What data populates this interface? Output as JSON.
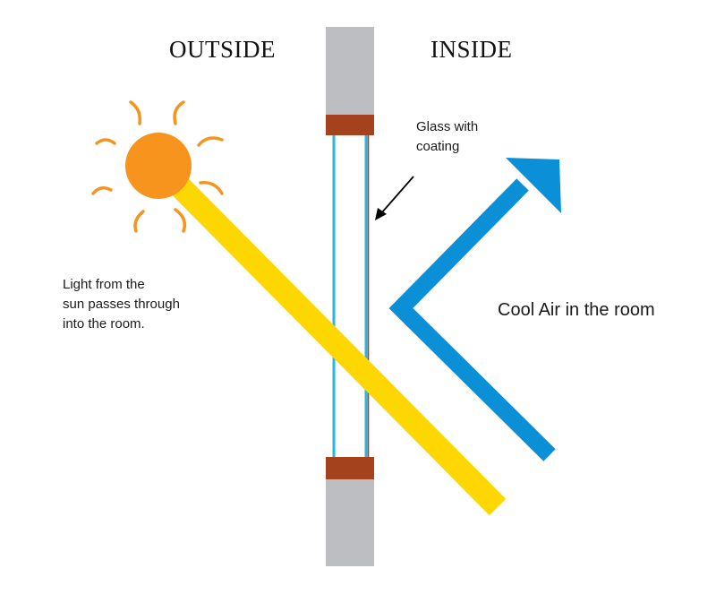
{
  "labels": {
    "outside": "OUTSIDE",
    "inside": "INSIDE",
    "glass": [
      "Glass with",
      "coating"
    ],
    "light": [
      "Light from the",
      "sun passes through",
      "into the room."
    ],
    "cool_air": "Cool Air in the room"
  },
  "colors": {
    "sun": "#f7941d",
    "sun_rays": "#f7941d",
    "light_beam": "#ffd700",
    "cool_air_arrow": "#0b8fd6",
    "wall": "#bdbec2",
    "frame_spacer": "#a3421c",
    "glass_pane": "#29b6e6",
    "coating_line": "#a3421c",
    "pointer_arrow": "#000000"
  }
}
